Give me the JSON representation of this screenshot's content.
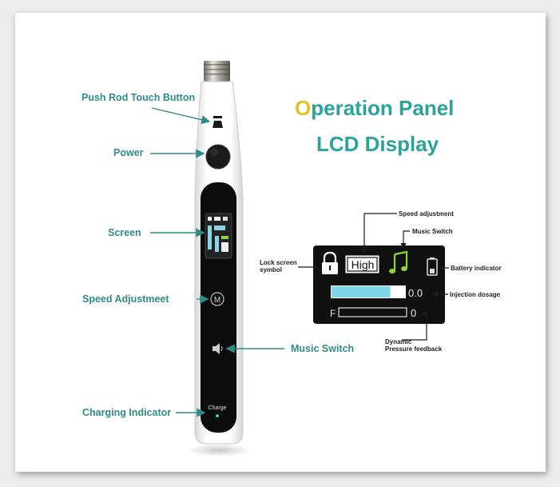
{
  "title": {
    "first_letter": "O",
    "rest": "peration Panel",
    "line2": "LCD Display"
  },
  "pen_labels": {
    "push_rod": "Push Rod Touch Button",
    "power": "Power",
    "screen": "Screen",
    "speed": "Speed Adjustmeet",
    "music": "Music Switch",
    "charging": "Charging Indicator"
  },
  "pen": {
    "charge_text": "Charge"
  },
  "lcd": {
    "speed_value": "High",
    "dosage_value": "0.0",
    "pressure_prefix": "F",
    "pressure_value": "0",
    "dosage_fill": 0.8
  },
  "lcd_labels": {
    "speed_adjustment": "Speed adjustment",
    "music_switch": "Music Switch",
    "lock_line1": "Lock screen",
    "lock_line2": "symbol",
    "battery": "Battery indicator",
    "injection": "Injection dosage",
    "dynamic_line1": "Dynamic",
    "dynamic_line2": "Pressure feedback"
  },
  "colors": {
    "teal": "#2aa39c",
    "gold": "#e8c020",
    "label": "#2f8c87",
    "lcd_bar": "#7fd6e6",
    "music_note": "#8fd43a"
  }
}
